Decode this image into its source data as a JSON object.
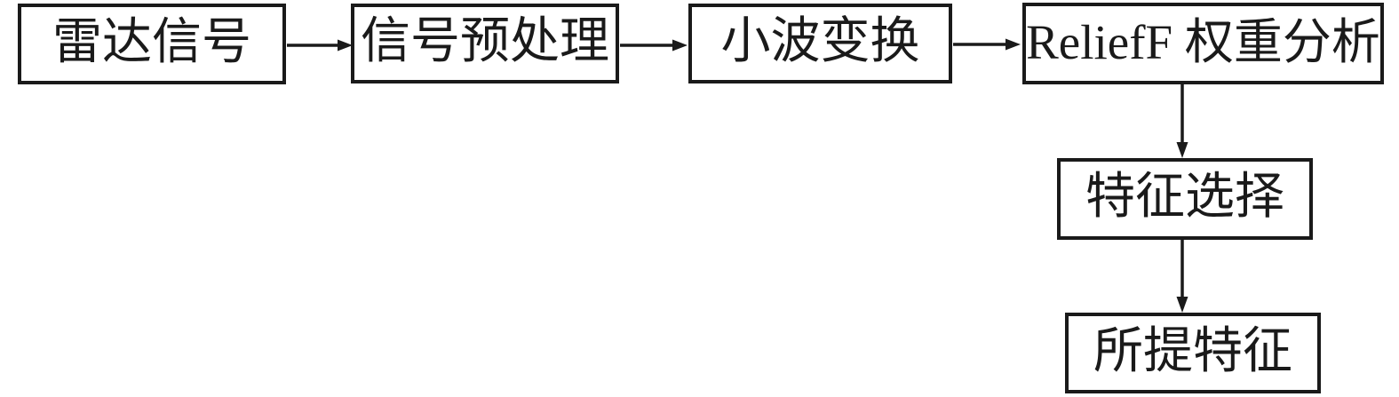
{
  "diagram": {
    "title": "radar-signal-feature-extraction-flowchart",
    "nodes": [
      {
        "id": "radar-signal",
        "label": "雷达信号"
      },
      {
        "id": "signal-preprocessing",
        "label": "信号预处理"
      },
      {
        "id": "wavelet-transform",
        "label": "小波变换"
      },
      {
        "id": "relieff-weight-analysis",
        "label": "ReliefF 权重分析"
      },
      {
        "id": "feature-selection",
        "label": "特征选择"
      },
      {
        "id": "extracted-features",
        "label": "所提特征"
      }
    ],
    "edges": [
      {
        "from": "radar-signal",
        "to": "signal-preprocessing",
        "direction": "right"
      },
      {
        "from": "signal-preprocessing",
        "to": "wavelet-transform",
        "direction": "right"
      },
      {
        "from": "wavelet-transform",
        "to": "relieff-weight-analysis",
        "direction": "right"
      },
      {
        "from": "relieff-weight-analysis",
        "to": "feature-selection",
        "direction": "down"
      },
      {
        "from": "feature-selection",
        "to": "extracted-features",
        "direction": "down"
      }
    ],
    "colors": {
      "line": "#1a1a1a",
      "text": "#1a1a1a",
      "background": "#ffffff",
      "box_fill": "#ffffff"
    }
  }
}
